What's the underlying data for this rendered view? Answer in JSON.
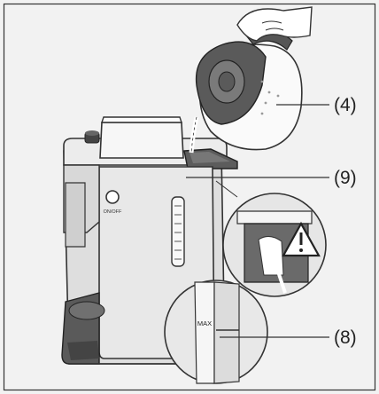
{
  "callouts": [
    {
      "id": "carafe",
      "label": "(4)"
    },
    {
      "id": "water-tank",
      "label": "(9)"
    },
    {
      "id": "max-mark",
      "label": "(8)"
    }
  ],
  "labels": {
    "on_button": "ON/OFF",
    "max": "MAX"
  },
  "icons": {
    "warning": "warning-triangle-icon"
  },
  "colors": {
    "background": "#f2f2f2",
    "outline": "#333333",
    "machine_body": "#e4e4e4",
    "dark_part": "#5a5a5a",
    "water": "#ffffff"
  }
}
